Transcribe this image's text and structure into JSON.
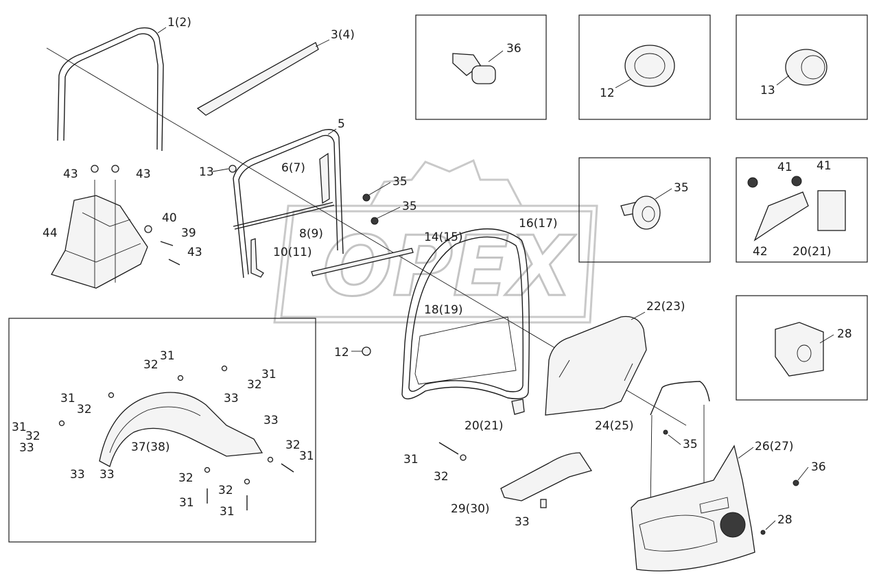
{
  "watermark": {
    "brand": "OPEX"
  },
  "callouts": [
    {
      "id": "c-1-2",
      "text": "1(2)"
    },
    {
      "id": "c-3-4",
      "text": "3(4)"
    },
    {
      "id": "c-5",
      "text": "5"
    },
    {
      "id": "c-6-7",
      "text": "6(7)"
    },
    {
      "id": "c-8-9",
      "text": "8(9)"
    },
    {
      "id": "c-10-11",
      "text": "10(11)"
    },
    {
      "id": "c-12",
      "text": "12"
    },
    {
      "id": "c-13",
      "text": "13"
    },
    {
      "id": "c-14-15",
      "text": "14(15)"
    },
    {
      "id": "c-16-17",
      "text": "16(17)"
    },
    {
      "id": "c-18-19",
      "text": "18(19)"
    },
    {
      "id": "c-20-21",
      "text": "20(21)"
    },
    {
      "id": "c-22-23",
      "text": "22(23)"
    },
    {
      "id": "c-24-25",
      "text": "24(25)"
    },
    {
      "id": "c-26-27",
      "text": "26(27)"
    },
    {
      "id": "c-28",
      "text": "28"
    },
    {
      "id": "c-29-30",
      "text": "29(30)"
    },
    {
      "id": "c-31",
      "text": "31"
    },
    {
      "id": "c-32",
      "text": "32"
    },
    {
      "id": "c-33",
      "text": "33"
    },
    {
      "id": "c-35",
      "text": "35"
    },
    {
      "id": "c-36",
      "text": "36"
    },
    {
      "id": "c-37-38",
      "text": "37(38)"
    },
    {
      "id": "c-39",
      "text": "39"
    },
    {
      "id": "c-40",
      "text": "40"
    },
    {
      "id": "c-41",
      "text": "41"
    },
    {
      "id": "c-42",
      "text": "42"
    },
    {
      "id": "c-43",
      "text": "43"
    },
    {
      "id": "c-44",
      "text": "44"
    }
  ]
}
